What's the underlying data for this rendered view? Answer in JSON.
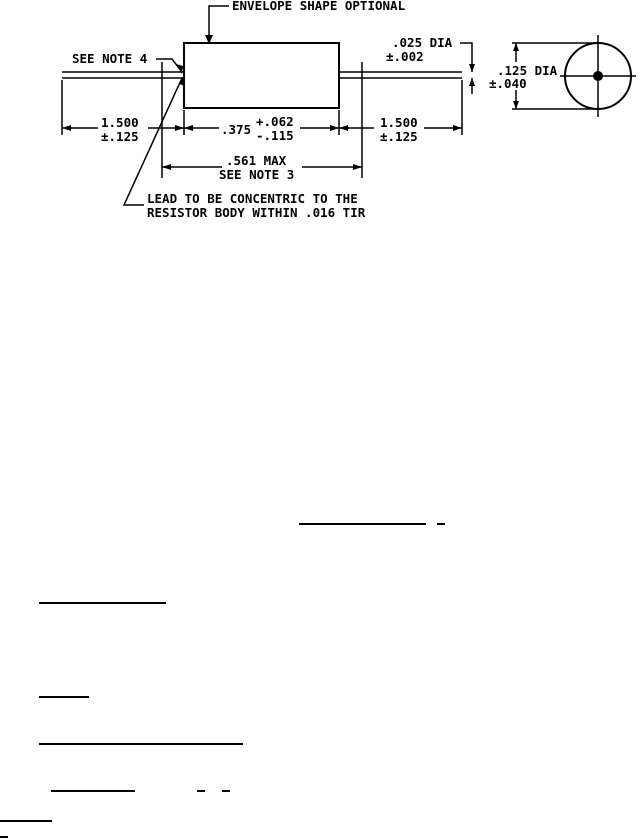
{
  "drawing": {
    "envelope_note": "ENVELOPE SHAPE OPTIONAL",
    "see_note_4": "SEE NOTE 4",
    "lead_dia": ".025 DIA",
    "lead_dia_tol": "±.002",
    "body_dia": ".125 DIA",
    "body_dia_tol": "±.040",
    "lead_length_left": "1.500",
    "lead_length_left_tol": "±.125",
    "body_length": ".375",
    "body_length_tol_plus": "+.062",
    "body_length_tol_minus": "-.115",
    "lead_length_right": "1.500",
    "lead_length_right_tol": "±.125",
    "overall_max": ".561 MAX",
    "see_note_3": "SEE NOTE 3",
    "concentric_note_line1": "LEAD TO BE CONCENTRIC TO THE",
    "concentric_note_line2": "RESISTOR BODY WITHIN .016 TIR"
  }
}
